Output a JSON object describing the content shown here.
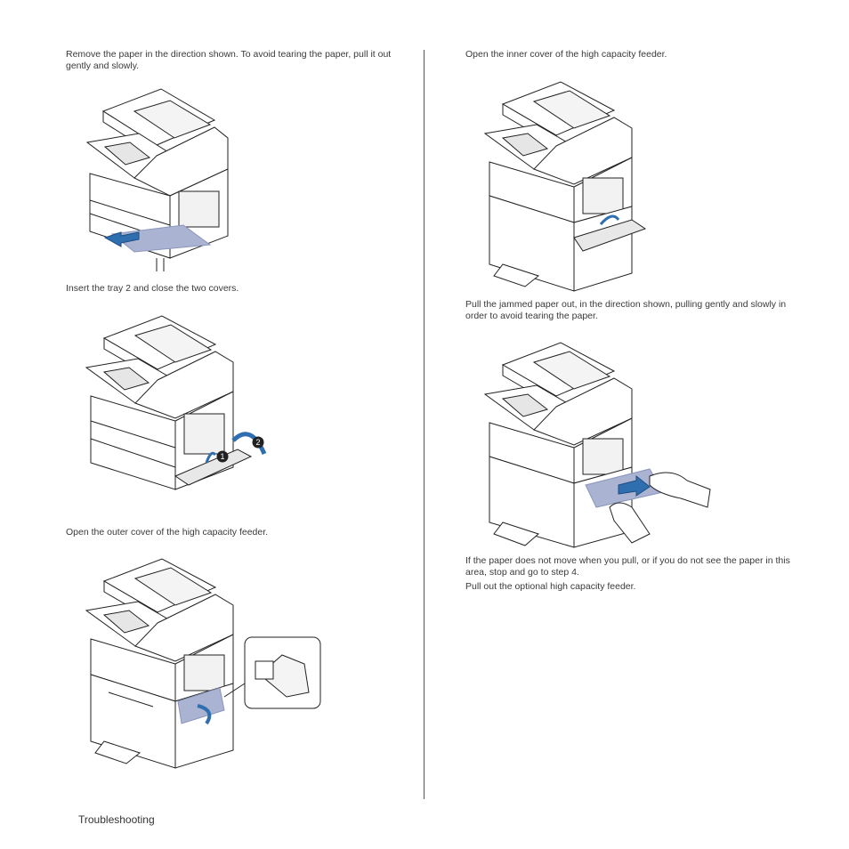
{
  "left_column": {
    "step_remove_paper": "Remove the paper in the direction shown. To avoid tearing the paper, pull it out gently and slowly.",
    "step_insert_tray": "Insert the tray 2 and close the two covers.",
    "step_open_outer_cover": "Open the outer cover of the high capacity feeder.",
    "callout_1": "1",
    "callout_2": "2"
  },
  "right_column": {
    "step_open_inner_cover": "Open the inner cover of the high capacity feeder.",
    "step_pull_jammed": "Pull the jammed paper out, in the direction shown, pulling gently and slowly in order to avoid tearing the paper.",
    "note_paper_not_move": "If the paper does not move when you pull, or if you do not see the paper in this area, stop and go to step 4.",
    "step_pull_feeder": "Pull out the optional high capacity feeder."
  },
  "footer": {
    "section": "Troubleshooting"
  },
  "colors": {
    "accent_blue": "#2f6fb0",
    "paper_fill": "#aab4d2"
  }
}
